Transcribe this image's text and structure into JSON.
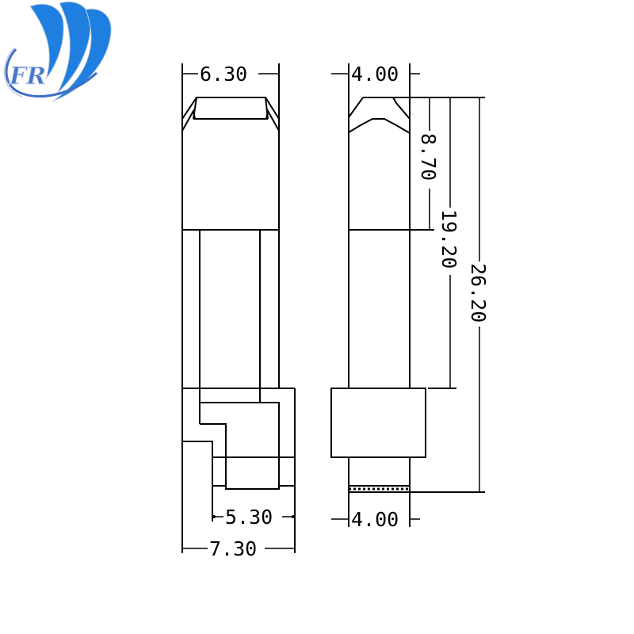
{
  "logo": {
    "text": "FR",
    "colors": {
      "primary": "#1f7fe0",
      "accent": "#3d6fc4",
      "outline": "#c8d2de"
    }
  },
  "drawing": {
    "type": "technical dimension drawing",
    "units": "mm",
    "stroke_color": "#000000",
    "background": "#ffffff",
    "front_view": {
      "dimensions": {
        "top_width": "6.30",
        "bottom_inner_width": "5.30",
        "bottom_outer_width": "7.30"
      }
    },
    "side_view": {
      "dimensions": {
        "top_width": "4.00",
        "bottom_width": "4.00",
        "cap_height": "8.70",
        "body_height": "19.20",
        "total_height": "26.20"
      }
    }
  }
}
